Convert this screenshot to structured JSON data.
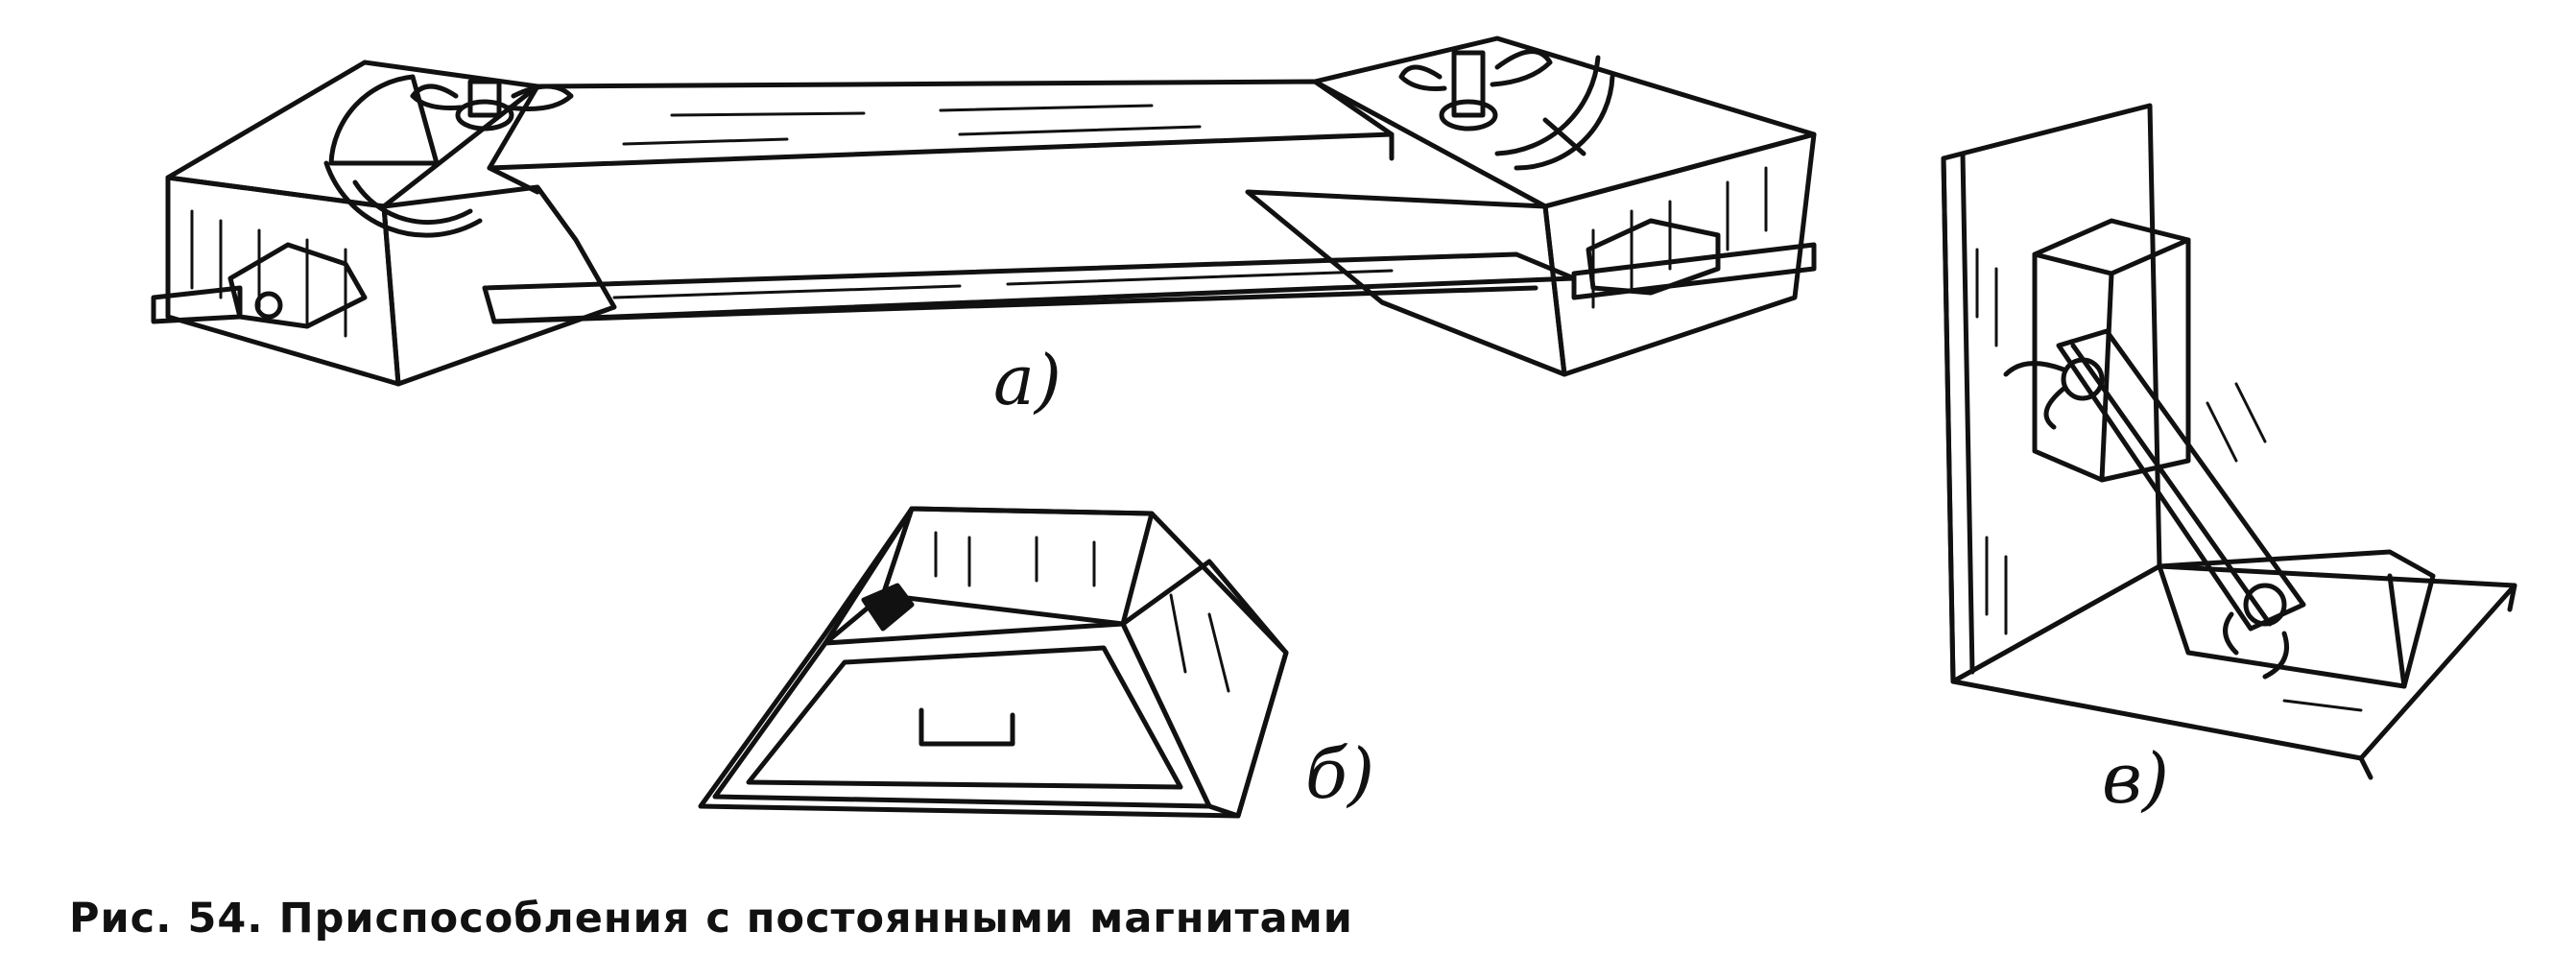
{
  "figure": {
    "labels": {
      "a": "а)",
      "b": "б)",
      "c": "в)"
    },
    "caption": "Рис. 54. Приспособления с постоянными магнитами"
  }
}
